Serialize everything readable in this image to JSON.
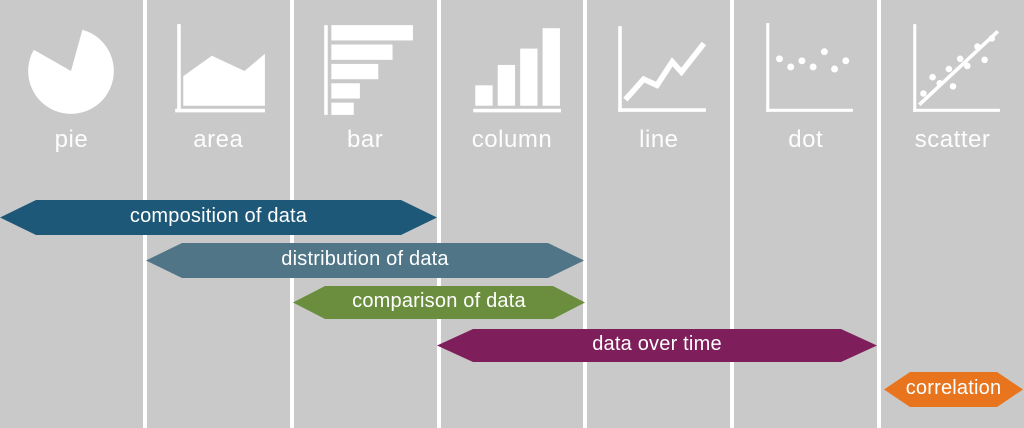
{
  "canvas": {
    "background_color": "#c9c9c9",
    "divider_color": "#ffffff",
    "icon_color": "#ffffff",
    "label_color": "#f7f7f7"
  },
  "columns": [
    {
      "label": "pie",
      "icon": "pie-chart-icon"
    },
    {
      "label": "area",
      "icon": "area-chart-icon"
    },
    {
      "label": "bar",
      "icon": "bar-chart-icon"
    },
    {
      "label": "column",
      "icon": "column-chart-icon"
    },
    {
      "label": "line",
      "icon": "line-chart-icon"
    },
    {
      "label": "dot",
      "icon": "dot-plot-icon"
    },
    {
      "label": "scatter",
      "icon": "scatter-plot-icon"
    }
  ],
  "banners": [
    {
      "label": "composition of data",
      "color": "#1d5878",
      "spans": [
        "pie",
        "area",
        "bar"
      ]
    },
    {
      "label": "distribution of data",
      "color": "#4f7587",
      "spans": [
        "area",
        "bar",
        "column"
      ]
    },
    {
      "label": "comparison of data",
      "color": "#6b8e3e",
      "spans": [
        "bar",
        "column"
      ]
    },
    {
      "label": "data over time",
      "color": "#7e1f5c",
      "spans": [
        "column",
        "line",
        "dot"
      ]
    },
    {
      "label": "correlation",
      "color": "#e8751e",
      "spans": [
        "scatter"
      ]
    }
  ]
}
